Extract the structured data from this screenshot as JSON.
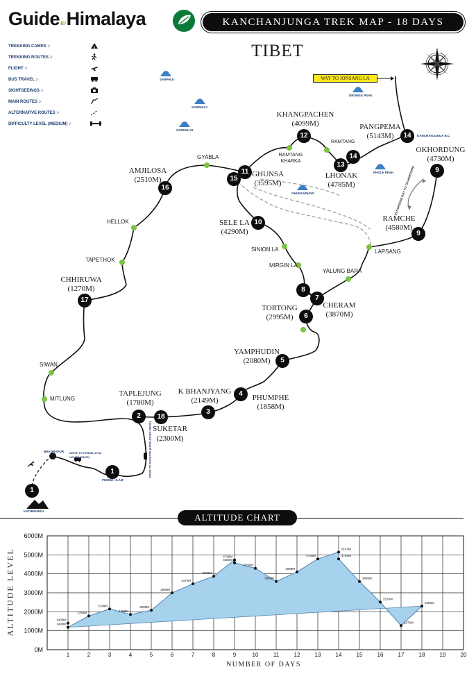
{
  "brand": {
    "left": "Guide",
    "mid": "to",
    "right": "Himalaya"
  },
  "title": "KANCHANJUNGA TREK MAP - 18 DAYS",
  "region_label": "TIBET",
  "jonsang_label": "WAY TO JONSANG LA",
  "legend": [
    {
      "label": "TREKKING CAMPS :-",
      "icon": "tent-icon"
    },
    {
      "label": "TREKKING ROUTES :-",
      "icon": "hiker-icon"
    },
    {
      "label": "FLIGHT :-",
      "icon": "plane-icon"
    },
    {
      "label": "BUS TRAVEL :-",
      "icon": "bus-icon"
    },
    {
      "label": "SIGHTSEEINGS :-",
      "icon": "camera-icon"
    },
    {
      "label": "MAIN ROUTES :-",
      "icon": "solid-route-icon"
    },
    {
      "label": "ALTERNATIVE ROUTES :-",
      "icon": "dashed-route-icon"
    },
    {
      "label": "DIFFICULTY LEVEL (MEDIUM) :-",
      "icon": "dumbbell-icon"
    }
  ],
  "peaks": [
    "SARPHU I",
    "SARPHU II",
    "SARPHU III",
    "DROMSA PEAK",
    "GHUNSADHAR",
    "PHOLE PEAK"
  ],
  "stops": [
    {
      "num": "1",
      "name": "KATHMANDU"
    },
    {
      "num": "1",
      "name": "PHIDIM / ILAM"
    },
    {
      "num": "2",
      "name": "TAPLEJUNG",
      "alt": "(1780M)"
    },
    {
      "num": "18",
      "name": "SUKETAR",
      "alt": "(2300M)"
    },
    {
      "num": "3",
      "name": "K BHANJYANG",
      "alt": "(2149M)"
    },
    {
      "num": "4",
      "name": "PHUMPHE",
      "alt": "(1858M)"
    },
    {
      "num": "5",
      "name": "YAMPHUDIN",
      "alt": "(2080M)"
    },
    {
      "num": "6",
      "name": "TORTONG",
      "alt": "(2995M)"
    },
    {
      "num": "7",
      "name": "CHERAM",
      "alt": "(3870M)"
    },
    {
      "num": "8"
    },
    {
      "num": "9",
      "name": "RAMCHE",
      "alt": "(4580M)"
    },
    {
      "num": "9",
      "name": "OKHORDUNG",
      "alt": "(4730M)"
    },
    {
      "num": "10",
      "name": "SELE LA",
      "alt": "(4290M)"
    },
    {
      "num": "11",
      "name": "GHUNSA",
      "alt": "(3595M)"
    },
    {
      "num": "15"
    },
    {
      "num": "12",
      "name": "KHANGPACHEN",
      "alt": "(4099M)"
    },
    {
      "num": "13",
      "name": "LHONAK",
      "alt": "(4785M)"
    },
    {
      "num": "14"
    },
    {
      "num": "14",
      "name": "PANGPEMA",
      "alt": "(5143M)"
    },
    {
      "num": "16",
      "name": "AMJILOSA",
      "alt": "(2510M)"
    },
    {
      "num": "17",
      "name": "CHHIRUWA",
      "alt": "(1270M)"
    }
  ],
  "waypoints": [
    "BHADRAPUR",
    "GYABLA",
    "HELLOK",
    "TAPETHOK",
    "SIWAN",
    "MITLUNG",
    "RAMTANG KHARKA",
    "RAMTANG",
    "SINION LA",
    "MIRGIN LA",
    "YALUNG BARA",
    "LAPSANG",
    "KANCHANJUNGA B.C"
  ],
  "route_notes": {
    "bus_bhadrapur": "DRIVE TO PHIDIM (6TO8 HOURS DRIVE)",
    "bus_suketar": "DRIVE TO SUKETAR (6TO8 HOURS DRIVE)",
    "excursion": "EXCURSION DAY TO OKHORDUNG"
  },
  "chart_title": "ALTITUDE CHART",
  "chart_data": {
    "type": "area",
    "xlabel": "NUMBER OF DAYS",
    "ylabel": "ALTITUDE LEVEL",
    "xlim": [
      0,
      20
    ],
    "ylim": [
      0,
      6000
    ],
    "xticks": [
      1,
      2,
      3,
      4,
      5,
      6,
      7,
      8,
      9,
      10,
      11,
      12,
      13,
      14,
      15,
      16,
      17,
      18,
      19,
      20
    ],
    "yticks": [
      "0M",
      "1000M",
      "2000M",
      "3000M",
      "4000M",
      "5000M",
      "6000M"
    ],
    "grid": true,
    "points": [
      {
        "x": 1,
        "y": 1400,
        "label": "1400M"
      },
      {
        "x": 1,
        "y": 1180,
        "label": "1400M"
      },
      {
        "x": 2,
        "y": 1780,
        "label": "1780M"
      },
      {
        "x": 3,
        "y": 2149,
        "label": "2149M"
      },
      {
        "x": 4,
        "y": 1858,
        "label": "1858M"
      },
      {
        "x": 5,
        "y": 2080,
        "label": "2080M"
      },
      {
        "x": 6,
        "y": 2995,
        "label": "2995M"
      },
      {
        "x": 7,
        "y": 3470,
        "label": "3470M"
      },
      {
        "x": 8,
        "y": 3870,
        "label": "3870M"
      },
      {
        "x": 9,
        "y": 4730,
        "label": "4730M"
      },
      {
        "x": 9,
        "y": 4580,
        "label": "4580M"
      },
      {
        "x": 10,
        "y": 4290,
        "label": "4290M"
      },
      {
        "x": 11,
        "y": 3595,
        "label": "3595M"
      },
      {
        "x": 12,
        "y": 4099,
        "label": "4099M"
      },
      {
        "x": 13,
        "y": 4785,
        "label": "4785M"
      },
      {
        "x": 14,
        "y": 5143,
        "label": "5143M"
      },
      {
        "x": 14,
        "y": 4785,
        "label": "4785M"
      },
      {
        "x": 15,
        "y": 3595,
        "label": "3595M"
      },
      {
        "x": 16,
        "y": 2510,
        "label": "2510M"
      },
      {
        "x": 17,
        "y": 1270,
        "label": "1270M"
      },
      {
        "x": 18,
        "y": 2300,
        "label": "2300M"
      }
    ]
  },
  "colors": {
    "accent": "#7dc242",
    "stop": "#0d0d0d",
    "area": "#a6d2ee",
    "route": "#111111",
    "alt_route": "#9a9a9a",
    "peak": "#3b7fc4",
    "jonsang": "#ffe81a"
  }
}
